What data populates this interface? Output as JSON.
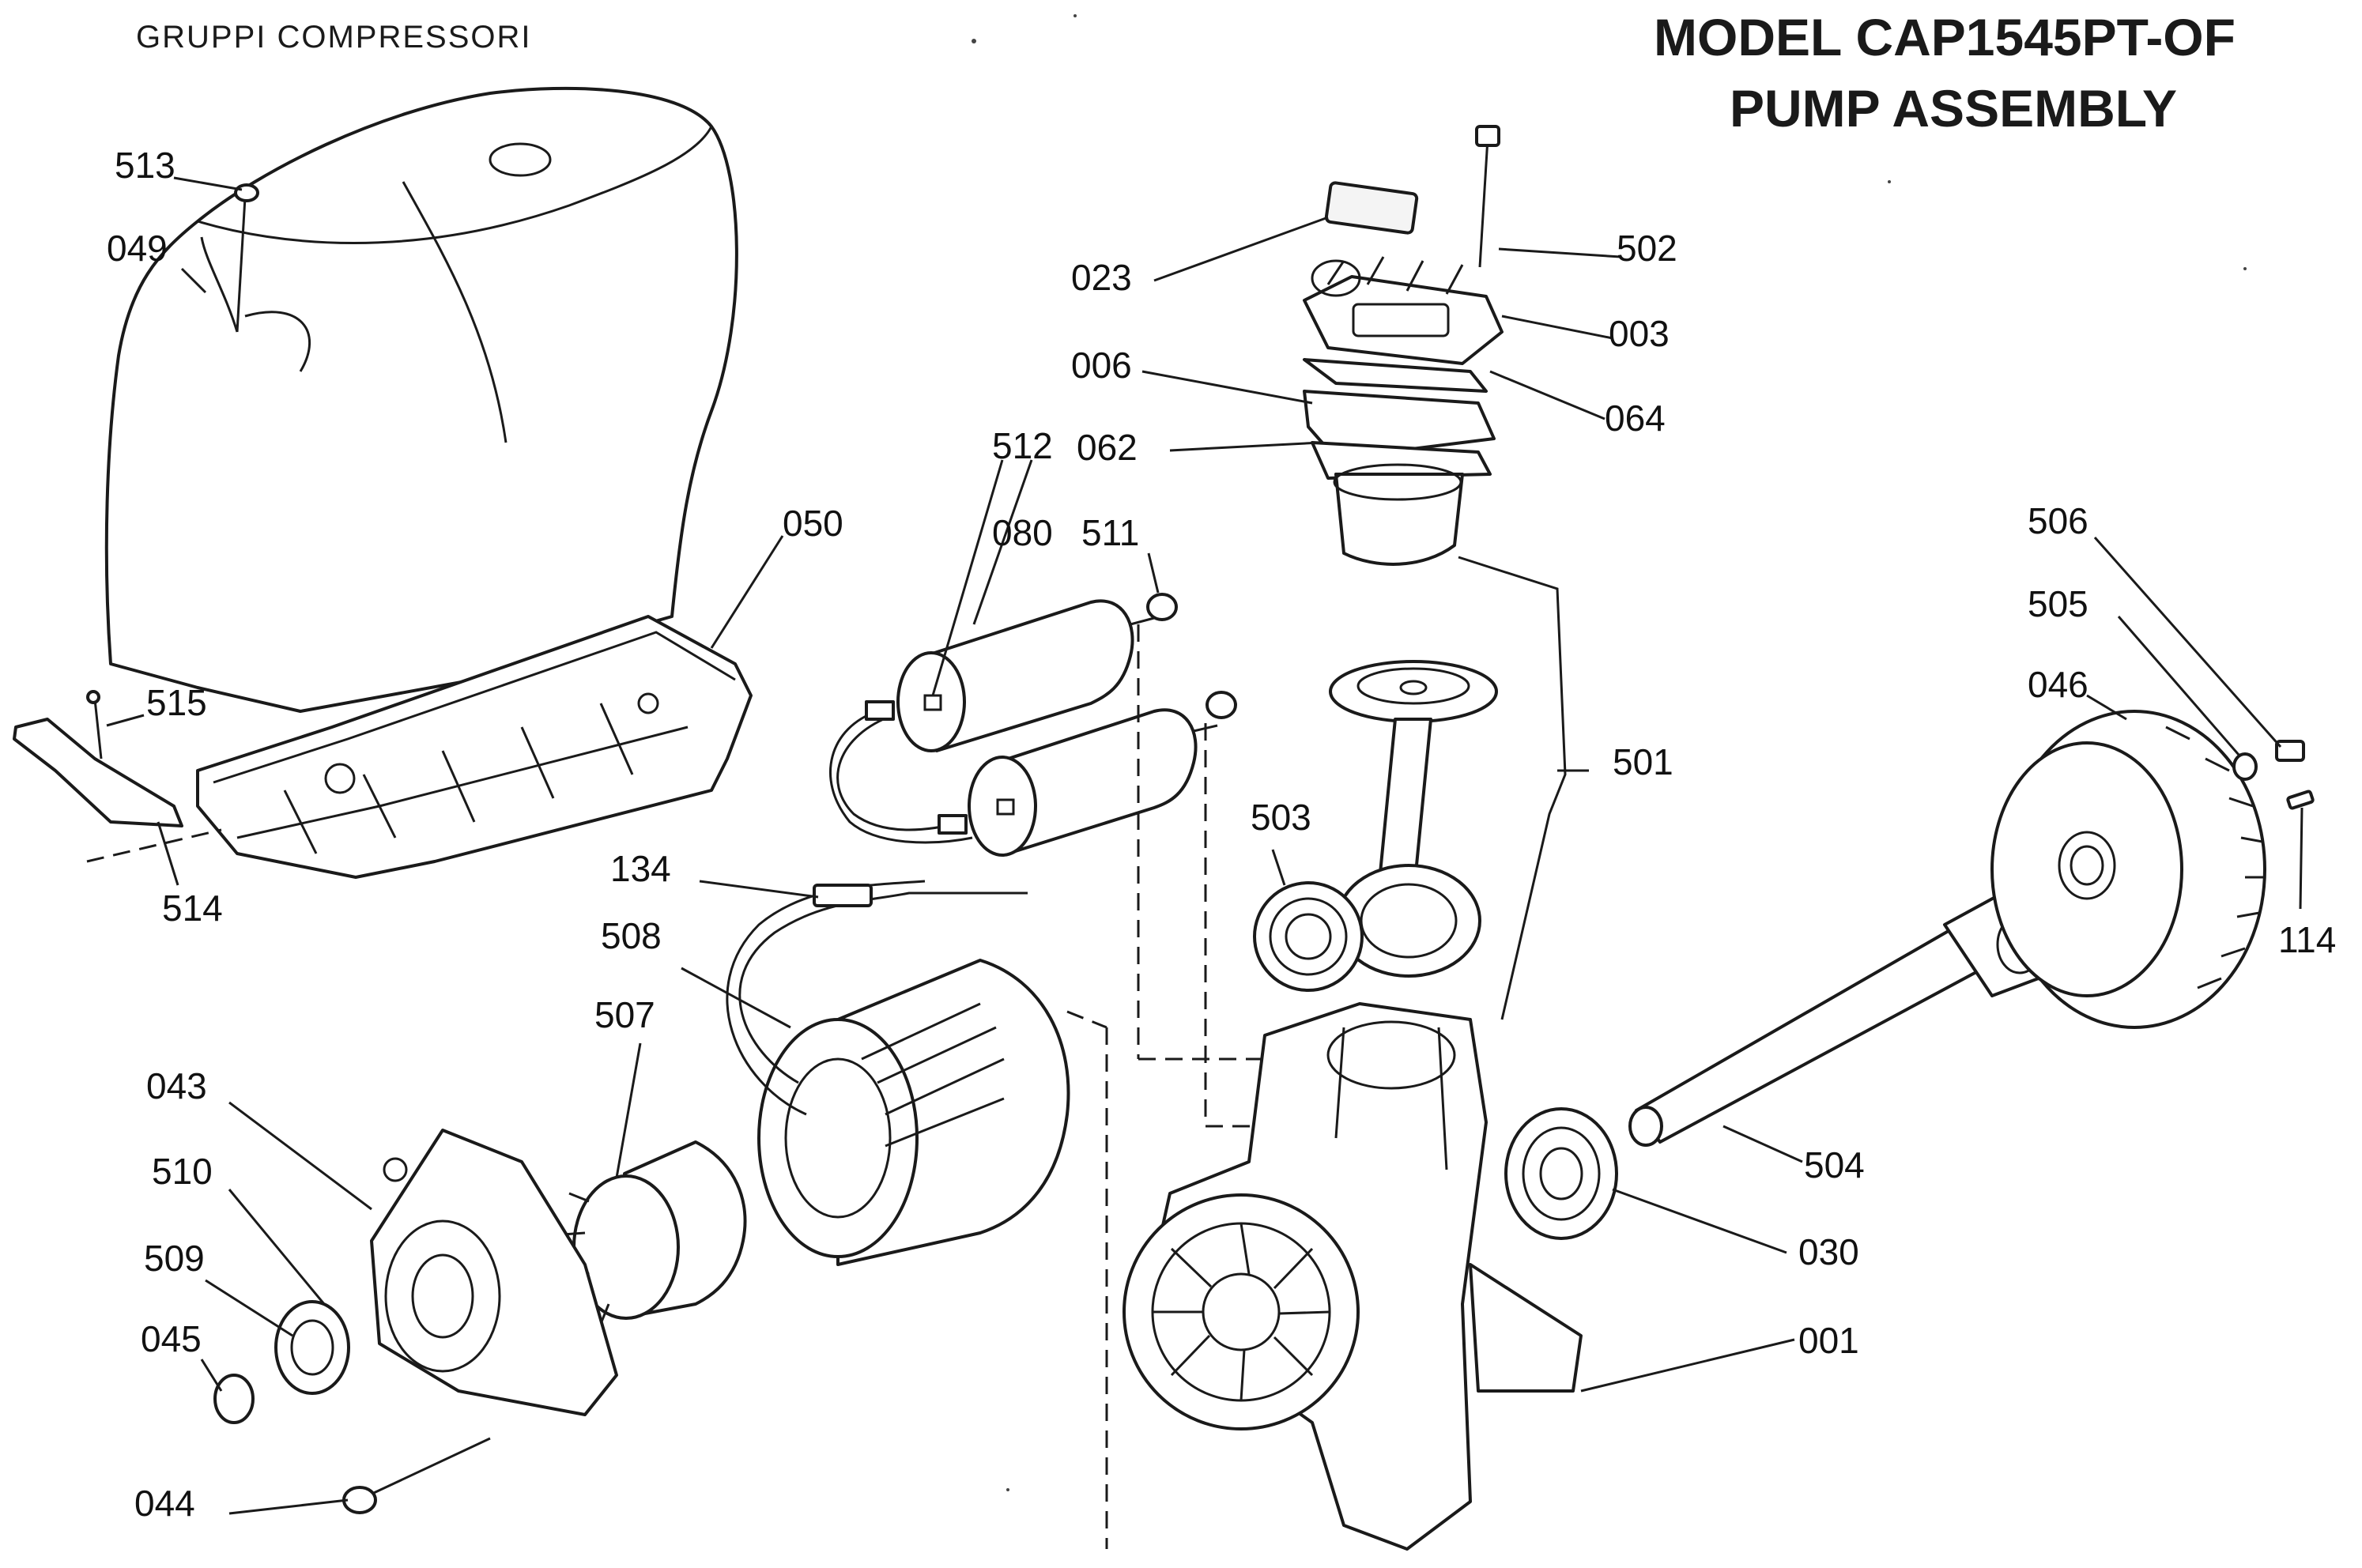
{
  "header": {
    "subtitle": "GRUPPI COMPRESSORI",
    "model_line": "MODEL CAP1545PT-OF",
    "assembly_line": "PUMP ASSEMBLY"
  },
  "callouts": {
    "p001": "001",
    "p003": "003",
    "p006": "006",
    "p023": "023",
    "p030": "030",
    "p043": "043",
    "p044": "044",
    "p045": "045",
    "p046": "046",
    "p049": "049",
    "p050": "050",
    "p062": "062",
    "p064": "064",
    "p080": "080",
    "p114": "114",
    "p134": "134",
    "p501": "501",
    "p502": "502",
    "p503": "503",
    "p504": "504",
    "p505": "505",
    "p506": "506",
    "p507": "507",
    "p508": "508",
    "p509": "509",
    "p510": "510",
    "p511": "511",
    "p512": "512",
    "p513": "513",
    "p514": "514",
    "p515": "515"
  }
}
